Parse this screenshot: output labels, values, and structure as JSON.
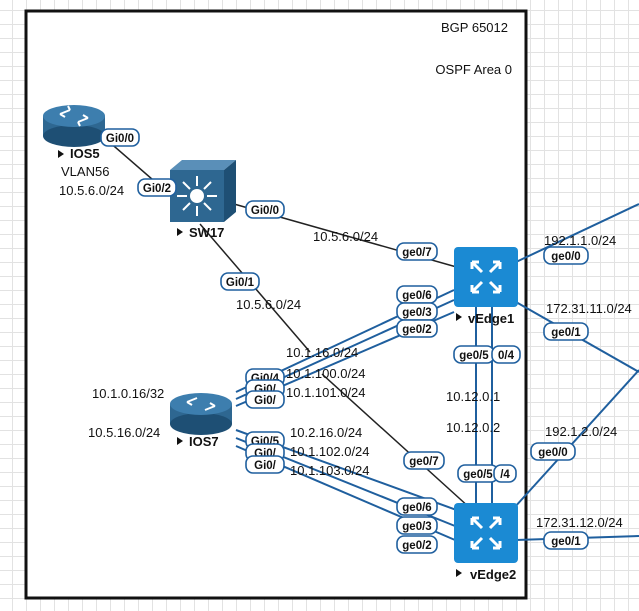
{
  "area": {
    "asn": "BGP 65012",
    "ospf": "OSPF Area 0"
  },
  "nodes": {
    "ios5": {
      "name": "IOS5",
      "vlan": "VLAN56",
      "subnet": "10.5.6.0/24"
    },
    "sw17": {
      "name": "SW17"
    },
    "ios7": {
      "name": "IOS7",
      "loopback": "10.1.0.16/32",
      "subnet": "10.5.16.0/24"
    },
    "vedge1": {
      "name": "vEdge1"
    },
    "vedge2": {
      "name": "vEdge2"
    }
  },
  "link_labels": {
    "sw17_vedge1": "10.5.6.0/24",
    "sw17_ios7": "10.5.6.0/24",
    "ios7_v1_a": "10.1.16.0/24",
    "ios7_v1_b": "10.1.100.0/24",
    "ios7_v1_c": "10.1.101.0/24",
    "ios7_v2_a": "10.2.16.0/24",
    "ios7_v2_b": "10.1.102.0/24",
    "ios7_v2_c": "10.1.103.0/24",
    "v1_v2_a": "10.12.0.1",
    "v1_v2_b": "10.12.0.2",
    "v1_out_a": "192.1.1.0/24",
    "v1_out_b": "172.31.11.0/24",
    "v2_out_a": "192.1.2.0/24",
    "v2_out_b": "172.31.12.0/24"
  },
  "ports": {
    "ios5_gi00": "Gi0/0",
    "sw17_gi02": "Gi0/2",
    "sw17_gi00": "Gi0/0",
    "sw17_gi01": "Gi0/1",
    "v1_ge07": "ge0/7",
    "v1_ge06": "ge0/6",
    "v1_ge03": "ge0/3",
    "v1_ge02": "ge0/2",
    "v1_ge00": "ge0/0",
    "v1_ge01": "ge0/1",
    "v1_ge05": "ge0/5",
    "v1_ge04": "0/4",
    "ios7_gi04": "Gi0/4",
    "ios7_gi03": "Gi0/",
    "ios7_gi02": "Gi0/",
    "ios7_gi05": "Gi0/5",
    "ios7_gi06": "Gi0/",
    "ios7_gi07": "Gi0/",
    "v2_ge07": "ge0/7",
    "v2_ge05": "ge0/5",
    "v2_ge04": "/4",
    "v2_ge00": "ge0/0",
    "v2_ge06": "ge0/6",
    "v2_ge03": "ge0/3",
    "v2_ge02": "ge0/2",
    "v2_ge01": "ge0/1"
  },
  "colors": {
    "link": "#1f5f9e",
    "device": "#2e6791",
    "vedge": "#1b8ad3"
  },
  "icons": {
    "ios5": "router-icon",
    "ios7": "router-icon",
    "sw17": "layer3-switch-icon",
    "vedge1": "vedge-router-icon",
    "vedge2": "vedge-router-icon"
  }
}
